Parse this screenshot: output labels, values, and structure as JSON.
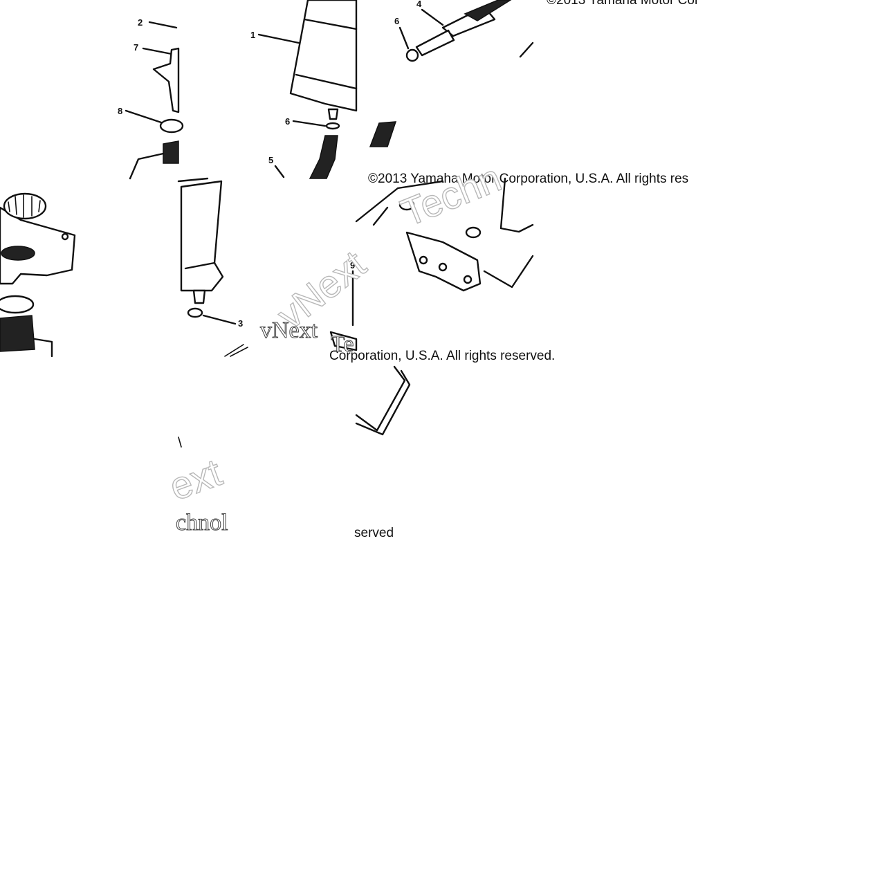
{
  "copyright": {
    "tile_top_right": "©2013 Yamaha Motor Cor",
    "tile_mid": "©2013 Yamaha Motor Corporation, U.S.A. All rights res",
    "tile_center": "Corporation, U.S.A. All rights reserved.",
    "tile_bottom": "served"
  },
  "watermarks": {
    "vnext_left": "vNext",
    "vnext_center": "vNext",
    "techno_top": "Techn",
    "techno_bottom": "chnol",
    "ext_fragment": "ext",
    "techno_center": "Te"
  },
  "callouts": {
    "tank": "1",
    "cap_stem": "2",
    "drain_bolt": "3",
    "connector": "4",
    "hose": "5",
    "pipe": "6",
    "washer_upper": "6",
    "bracket": "7",
    "gasket": "8",
    "frame_bolt": "9"
  },
  "colors": {
    "line": "#111111",
    "background": "#ffffff",
    "watermark_outline": "#b8b8b8"
  }
}
